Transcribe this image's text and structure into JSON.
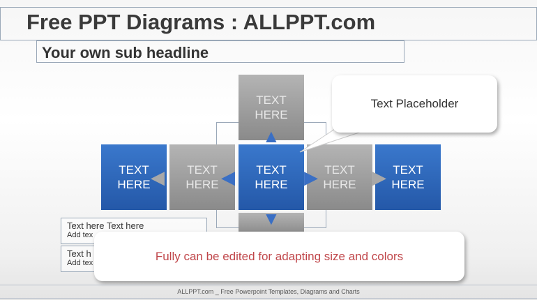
{
  "slide": {
    "title": "Free PPT Diagrams : ALLPPT.com",
    "subtitle": "Your own sub headline",
    "boxes": [
      {
        "label": "TEXT\nHERE",
        "color": "#2d66ba"
      },
      {
        "label": "TEXT\nHERE",
        "color": "#9c9c9c"
      },
      {
        "label": "TEXT\nHERE",
        "color": "#2d66ba"
      },
      {
        "label": "TEXT\nHERE",
        "color": "#9c9c9c"
      },
      {
        "label": "TEXT\nHERE",
        "color": "#2d66ba"
      },
      {
        "label": "TEXT\nHERE",
        "color": "#9c9c9c"
      }
    ],
    "callout_top": "Text Placeholder",
    "callout_bottom": "Fully can be edited for adapting size and colors",
    "callout_bottom_color": "#c0464a",
    "textboxes": [
      {
        "title": "Text here Text here",
        "body": "Add tex"
      },
      {
        "title": "Text h",
        "body": "Add tex"
      }
    ],
    "footer": "ALLPPT.com _ Free Powerpoint Templates, Diagrams and Charts"
  }
}
